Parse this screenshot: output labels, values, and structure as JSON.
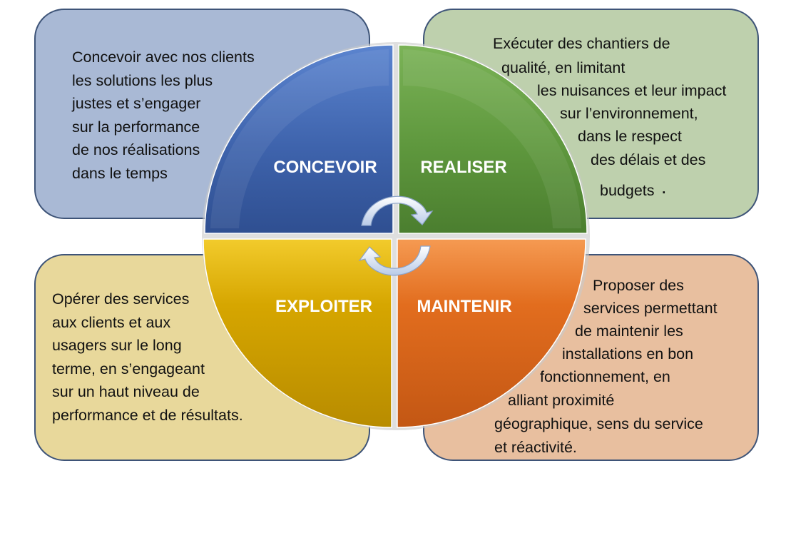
{
  "quadrants": [
    {
      "label": "CONCEVOIR",
      "color": "#3f64ad"
    },
    {
      "label": "REALISER",
      "color": "#619a3f"
    },
    {
      "label": "EXPLOITER",
      "color": "#d2a400"
    },
    {
      "label": "MAINTENIR",
      "color": "#e06d1c"
    }
  ],
  "cards": {
    "top_left": {
      "color": "#a9b9d5",
      "lines": [
        "Concevoir avec nos clients",
        "les solutions les plus",
        "justes et s’engager",
        "sur la performance",
        "de nos réalisations",
        "dans le temps"
      ]
    },
    "top_right": {
      "color": "#bed0ad",
      "lines": [
        "Exécuter des chantiers de",
        "qualité, en limitant",
        "les nuisances et leur impact",
        "sur l’environnement,",
        "dans le respect",
        "des délais et des",
        "budgets",
        "."
      ]
    },
    "bottom_left": {
      "color": "#e8d89b",
      "lines": [
        "Opérer des services",
        "aux clients et aux",
        "usagers sur le long",
        "terme, en s’engageant",
        "sur un haut niveau de",
        "performance et de résultats."
      ]
    },
    "bottom_right": {
      "color": "#e8bf9f",
      "lines": [
        "Proposer des",
        "services permettant",
        "de maintenir les",
        "installations en bon",
        "fonctionnement, en",
        "alliant proximité",
        "géographique, sens du service",
        "et réactivité."
      ]
    }
  }
}
